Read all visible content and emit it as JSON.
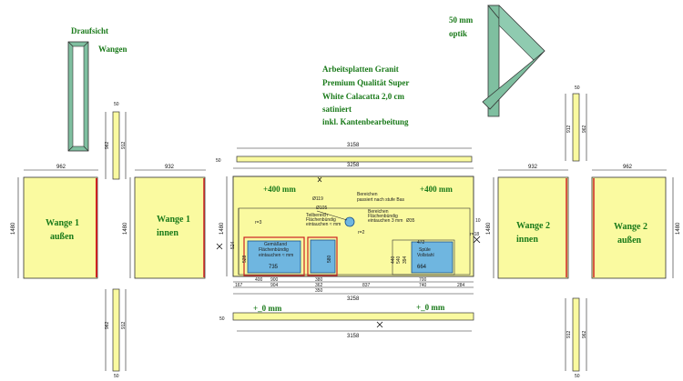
{
  "title_view": "Draufsicht",
  "title_wangen": "Wangen",
  "edge_note": {
    "line1": "50 mm",
    "line2": "optik"
  },
  "material": {
    "line1": "Arbeitsplatten Granit",
    "line2": "Premium Qualität Super",
    "line3": "White Calacatta 2,0 cm",
    "line4": "satiniert",
    "line5": "inkl. Kantenbearbeitung"
  },
  "panels": {
    "wange1_aussen": {
      "line1": "Wange 1",
      "line2": "außen",
      "width": "962",
      "height": "1480"
    },
    "wange1_innen": {
      "line1": "Wange 1",
      "line2": "innen",
      "width": "932",
      "height": "1480"
    },
    "wange2_innen": {
      "line1": "Wange 2",
      "line2": "innen",
      "width": "932",
      "height": "1480"
    },
    "wange2_aussen": {
      "line1": "Wange 2",
      "line2": "außen",
      "width": "962",
      "height": "1480"
    }
  },
  "thin_strips": {
    "left_top": {
      "thick": "50",
      "a": "962",
      "b": "912"
    },
    "right_top": {
      "thick": "50",
      "a": "912",
      "b": "962"
    },
    "left_bottom": {
      "thick": "50",
      "a": "962",
      "b": "912"
    },
    "right_bottom": {
      "thick": "50",
      "a": "912",
      "b": "962"
    }
  },
  "main": {
    "top_strip_width": "3158",
    "top_strip_thick": "50",
    "width": "3258",
    "height": "1480",
    "sub_height": "524",
    "left_offset": "+400 mm",
    "right_offset": "+400 mm",
    "bottom_left": "+_0 mm",
    "bottom_right": "+_0 mm",
    "bottom_strip_width": "3158",
    "bottom_strip_thick": "50",
    "bottom_total": "3258"
  },
  "cutouts": {
    "hole1": "Ø119",
    "hole2": "Ø105",
    "hole3": "Ø35",
    "radius_left": "r=3",
    "radius_mid": "r=2",
    "radius_right": "r=18",
    "note_top": "Bereichen",
    "note_top2": "passiert nach stufe Bas",
    "note_left": "Teilbereich",
    "note_left2": "Flächenbündig",
    "note_left3": "eintauchen ≈ mm",
    "note_right": "Bereichen",
    "note_right2": "Flächenbündig",
    "note_right3": "eintauchen 3 mm",
    "sink1_label": "Gemäßand",
    "sink1_label2": "Flächenbündig",
    "sink1_label3": "eintauchen ≈ mm",
    "sink2_label": "Spüle",
    "sink2_label2": "Vollstahl",
    "sink1_w": "735",
    "sink1_h": "528",
    "sink2_h": "580",
    "sink3_w": "664",
    "sink3_h": "394",
    "dim_400": "400",
    "dim_900": "900",
    "dim_380": "380",
    "dim_350": "350",
    "dim_837": "837",
    "dim_740": "740",
    "dim_700": "700",
    "dim_284": "284",
    "dim_167": "167",
    "dim_904": "904",
    "dim_362": "362",
    "dim_540": "540",
    "dim_440": "440",
    "dim_10": "10",
    "dim_472": "472"
  }
}
